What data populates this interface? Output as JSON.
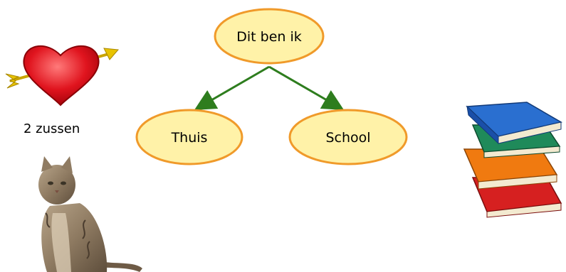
{
  "diagram": {
    "root": {
      "label": "Dit ben ik"
    },
    "children": [
      {
        "label": "Thuis"
      },
      {
        "label": "School"
      }
    ]
  },
  "side": {
    "sisters_label": "2 zussen"
  },
  "icons": {
    "heart": "heart-with-arrow-icon",
    "cat": "cat-icon",
    "books": "stack-of-books-icon"
  },
  "colors": {
    "node_fill": "#fff2a8",
    "node_stroke": "#f09a2a",
    "arrow": "#2e7d1e",
    "heart": "#e0141e"
  }
}
